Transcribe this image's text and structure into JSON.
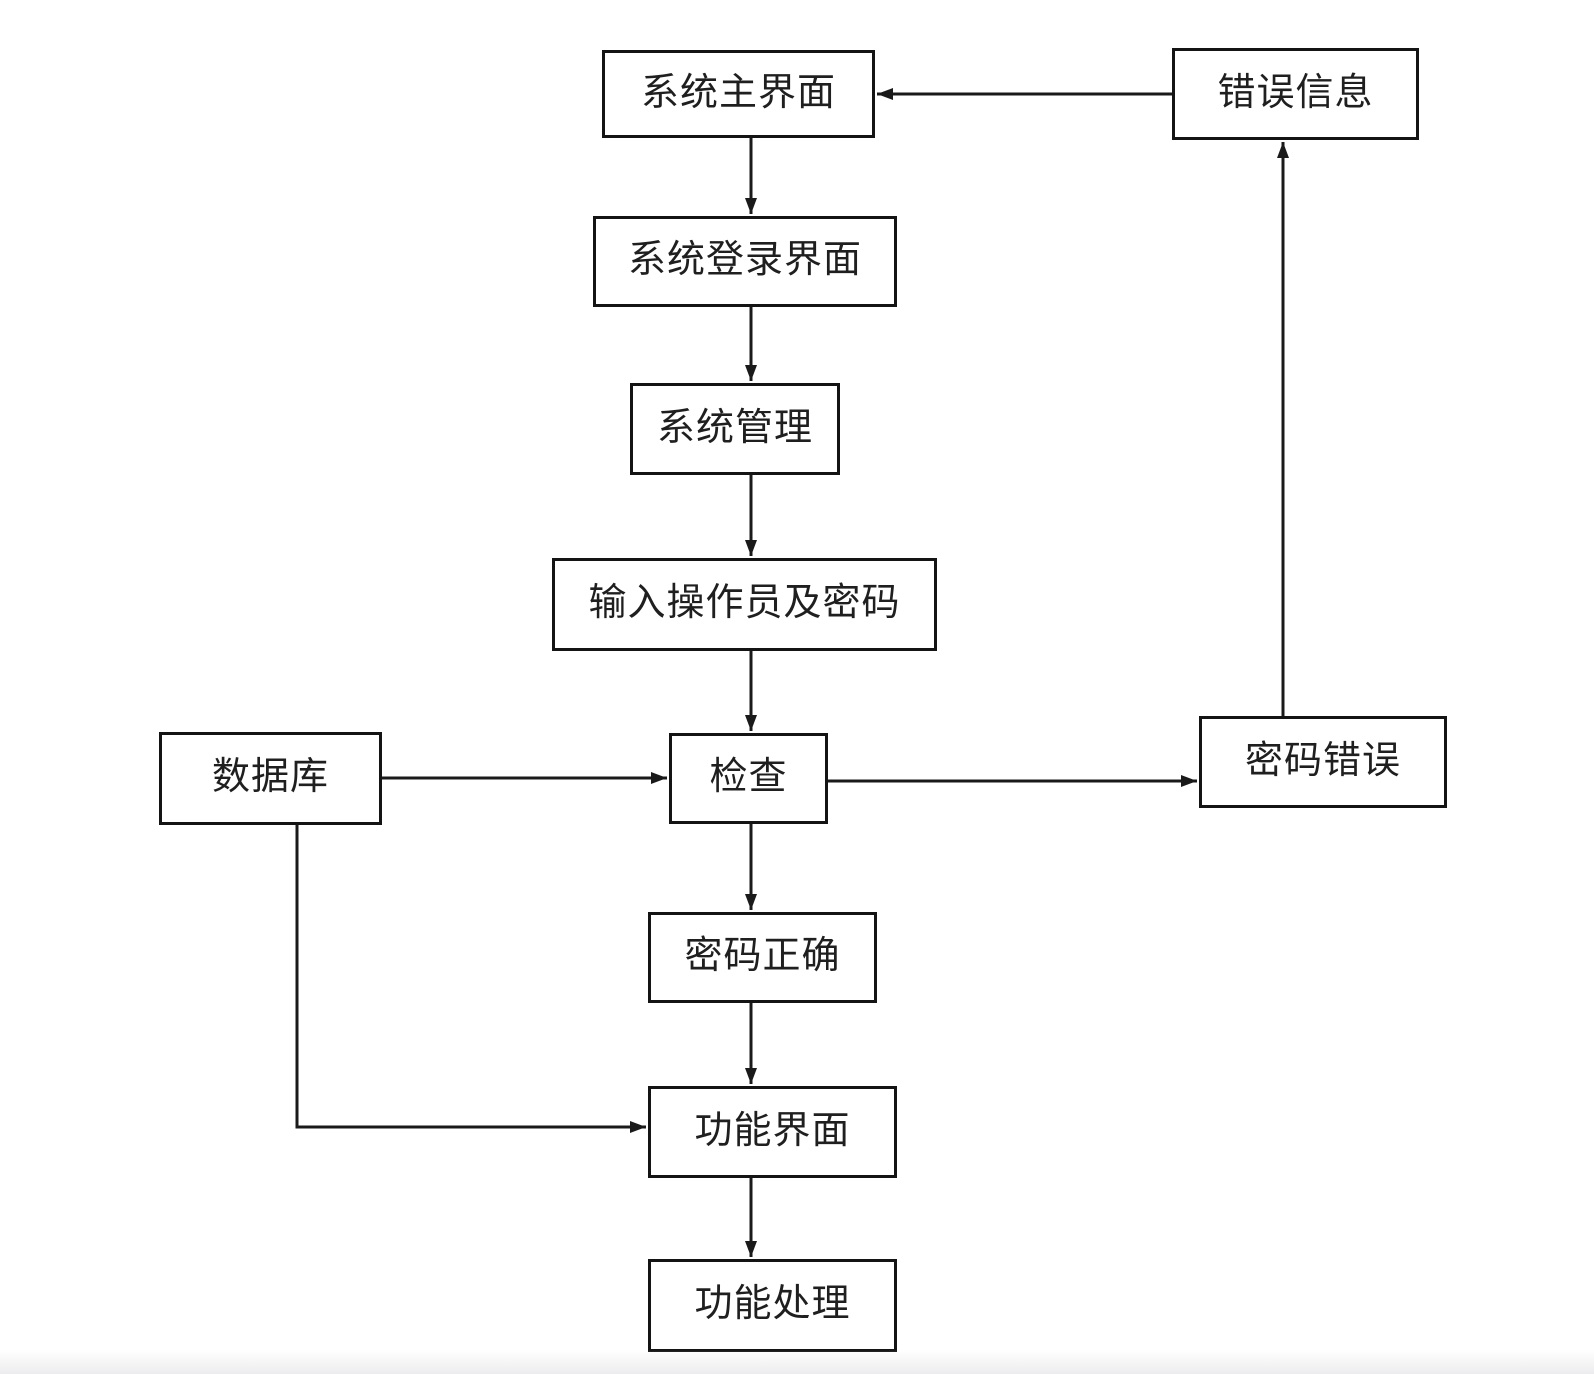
{
  "diagram": {
    "kind": "flowchart",
    "nodes": {
      "system_main": {
        "label": "系统主界面"
      },
      "error_info": {
        "label": "错误信息"
      },
      "system_login": {
        "label": "系统登录界面"
      },
      "system_mgmt": {
        "label": "系统管理"
      },
      "input_operator": {
        "label": "输入操作员及密码"
      },
      "database": {
        "label": "数据库"
      },
      "check": {
        "label": "检查"
      },
      "password_error": {
        "label": "密码错误"
      },
      "password_correct": {
        "label": "密码正确"
      },
      "function_ui": {
        "label": "功能界面"
      },
      "function_process": {
        "label": "功能处理"
      }
    },
    "edges": [
      {
        "from": "system_main",
        "to": "system_login"
      },
      {
        "from": "system_login",
        "to": "system_mgmt"
      },
      {
        "from": "system_mgmt",
        "to": "input_operator"
      },
      {
        "from": "input_operator",
        "to": "check"
      },
      {
        "from": "database",
        "to": "check"
      },
      {
        "from": "check",
        "to": "password_error"
      },
      {
        "from": "password_error",
        "to": "error_info"
      },
      {
        "from": "error_info",
        "to": "system_main"
      },
      {
        "from": "check",
        "to": "password_correct"
      },
      {
        "from": "password_correct",
        "to": "function_ui"
      },
      {
        "from": "database",
        "to": "function_ui"
      },
      {
        "from": "function_ui",
        "to": "function_process"
      }
    ],
    "colors": {
      "line": "#1a1a1a",
      "box_border": "#141414",
      "box_bg": "#ffffff",
      "text": "#1f1f1f",
      "canvas_bg": "#ffffff"
    }
  }
}
